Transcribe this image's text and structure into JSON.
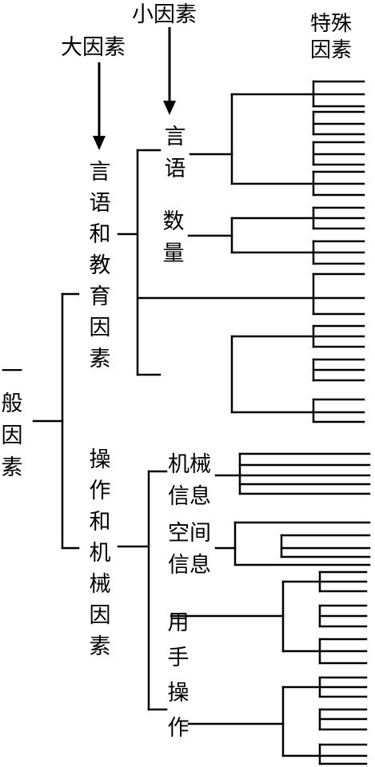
{
  "labels": {
    "top_small": "小因素",
    "top_large": "大因素",
    "top_special": "特殊因素",
    "general": "一般因素",
    "major_1": "言语和教育因素",
    "major_2": "操作和机械因素",
    "minor_verbal": "言语",
    "minor_numerical": "数量",
    "minor_mechanical": "机械信息",
    "minor_spatial": "空间信息",
    "minor_manual": "用手操作"
  }
}
